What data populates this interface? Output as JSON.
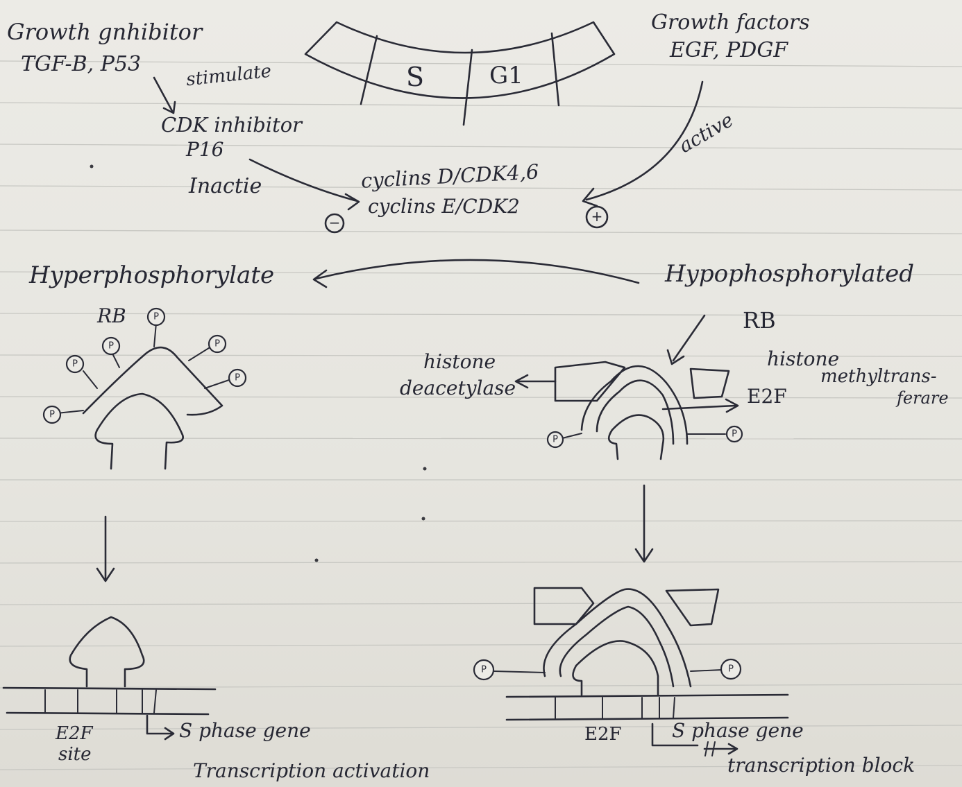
{
  "labels": {
    "growth_inhibitor": "Growth gnhibitor",
    "tgf_p53": "TGF-B, P53",
    "stimulate": "stimulate",
    "cdk_inhibitor": "CDK inhibitor",
    "p16": "P16",
    "inactive": "Inactie",
    "cyclins_d": "cyclins D/CDK4,6",
    "cyclins_e": "cyclins E/CDK2",
    "minus_sign": "−",
    "plus_sign": "+",
    "growth_factors": "Growth factors",
    "egf_pdgf": "EGF, PDGF",
    "active": "active",
    "phase_s": "S",
    "phase_g1": "G1",
    "hyperphosphorylate": "Hyperphosphorylate",
    "rb_left": "RB",
    "hypophosphorylated": "Hypophosphorylated",
    "rb_right": "RB",
    "histone_deacetylase_1": "histone",
    "histone_deacetylase_2": "deacetylase",
    "histone_mt": "histone",
    "methyltransferase_1": "methyltrans-",
    "methyltransferase_2": "ferare",
    "e2f_right": "E2F",
    "e2f_site_1": "E2F",
    "e2f_site_2": "site",
    "sphase_gene_left": "S phase gene",
    "transcription_activation": "Transcription activation",
    "e2f_bottom_right": "E2F",
    "sphase_gene_right": "S phase gene",
    "transcription_block": "transcription block",
    "phospho": "P"
  },
  "colors": {
    "ink": "#2a2b36",
    "paper": "#ecebe6",
    "rule": "#c9c9c4"
  }
}
